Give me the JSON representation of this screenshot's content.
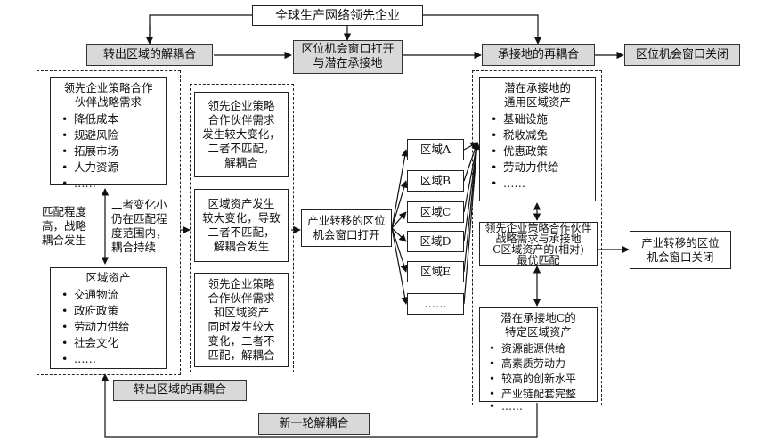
{
  "top": {
    "firm": "全球生产网络领先企业",
    "decouple_out": "转出区域的解耦合",
    "window_open_potential": "区位机会窗口打开\n与潜在承接地",
    "recouple_host": "承接地的再耦合",
    "window_close": "区位机会窗口关闭"
  },
  "left": {
    "firm_needs": {
      "title": "领先企业策略合作\n伙伴战略需求",
      "items": [
        "降低成本",
        "规避风险",
        "拓展市场",
        "人力资源",
        "……"
      ]
    },
    "match_high": "匹配程度\n高，战略\n耦合发生",
    "small_change": "二者变化小\n仍在匹配程\n度范围内，\n耦合持续",
    "regional_assets": {
      "title": "区域资产",
      "items": [
        "交通物流",
        "政府政策",
        "劳动力供给",
        "社会文化",
        "……"
      ]
    },
    "recouple_out": "转出区域的再耦合"
  },
  "middle": {
    "case1": "领先企业策略\n合作伙伴需求\n发生较大变化，\n二者不匹配，\n解耦合",
    "case2": "区域资产发生\n较大变化，导致\n二者不匹配，\n解耦合发生",
    "case3": "领先企业策略\n合作伙伴需求\n和区域资产\n同时发生较大\n变化，二者不\n匹配，解耦合",
    "window_open": "产业转移的区位\n机会窗口打开",
    "regions": [
      "区域A",
      "区域B",
      "区域C",
      "区域D",
      "区域E",
      "……"
    ]
  },
  "right": {
    "general_assets": {
      "title": "潜在承接地的\n通用区域资产",
      "items": [
        "基础设施",
        "税收减免",
        "优惠政策",
        "劳动力供给",
        "……"
      ]
    },
    "best_match": "领先企业策略合作伙伴\n战略需求与承接地\nC区域资产的(相对)\n最优匹配",
    "specific_assets": {
      "title": "潜在承接地C的\n特定区域资产",
      "items": [
        "资源能源供给",
        "高素质劳动力",
        "较高的创新水平",
        "产业链配套完整",
        "……"
      ]
    },
    "window_closed": "产业转移的区位\n机会窗口关闭"
  },
  "bottom": {
    "new_round": "新一轮解耦合"
  }
}
